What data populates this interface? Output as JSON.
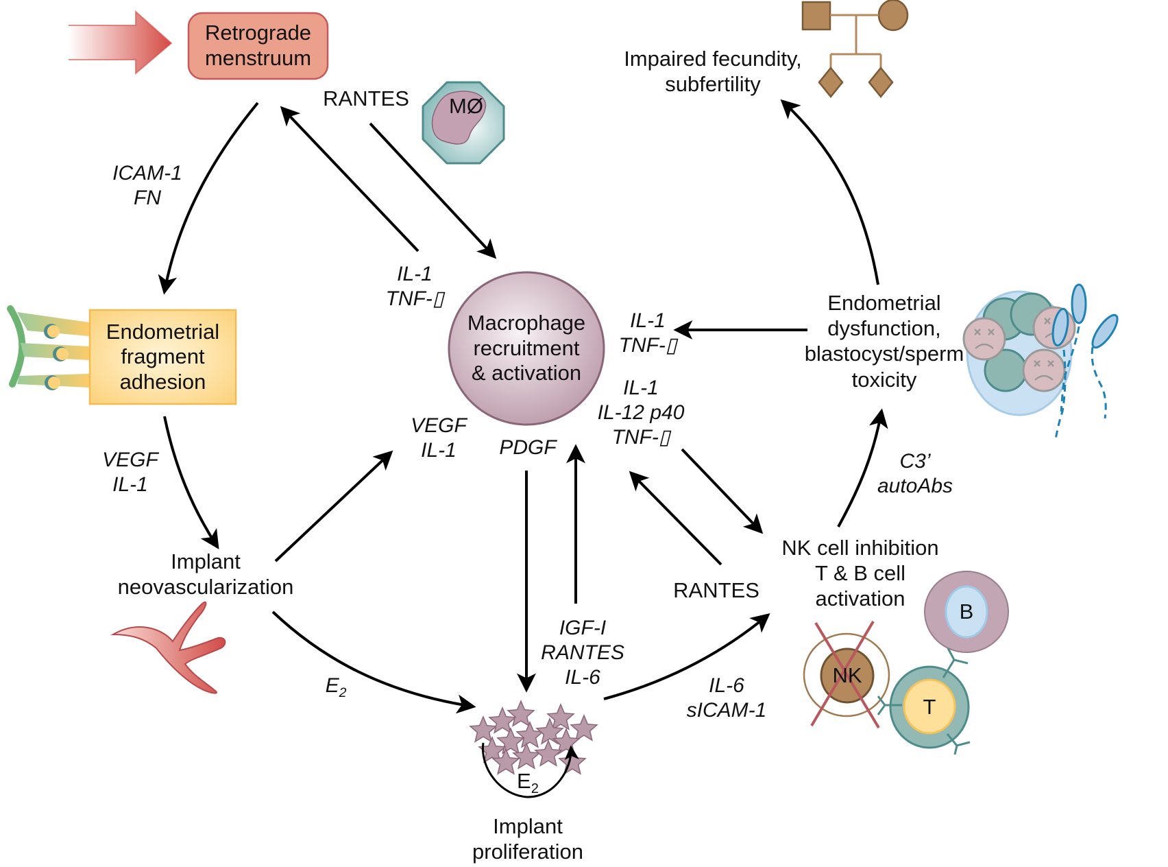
{
  "diagram": {
    "nodes": {
      "retrograde": "Retrograde\nmenstruum",
      "adhesion": "Endometrial\nfragment\nadhesion",
      "neovascularization": "Implant\nneovascularization",
      "proliferation": "Implant\nproliferation",
      "macrophage": "Macrophage\nrecruitment\n& activation",
      "nk_inhibition": "NK cell inhibition\nT & B cell\nactivation",
      "dysfunction": "Endometrial\ndysfunction,\nblastocyst/sperm\ntoxicity",
      "fecundity": "Impaired fecundity,\nsubfertility"
    },
    "labels": {
      "rantes_top": "RANTES",
      "icam_fn": "ICAM-1\nFN",
      "il1_tnf_left": "IL-1\nTNF-▯",
      "vegf_il1_left": "VEGF\nIL-1",
      "vegf_il1_center": "VEGF\nIL-1",
      "pdgf": "PDGF",
      "il1_tnf_right": "IL-1\nTNF-▯",
      "il1_il12_tnf": "IL-1\nIL-12 p40\nTNF-▯",
      "igf_rantes_il6": "IGF-I\nRANTES\nIL-6",
      "rantes_right": "RANTES",
      "il6_sicam": "IL-6\nsICAM-1",
      "c3_autoabs": "C3’\nautoAbs",
      "e2_arrow": "E",
      "e2_arrow_sub": "2",
      "e2_loop": "E",
      "e2_loop_sub": "2"
    },
    "cells": {
      "macrophage_icon": "MØ",
      "b_cell": "B",
      "t_cell": "T",
      "nk_cell": "NK"
    },
    "colors": {
      "retrograde_fill": "#EBA08C",
      "retrograde_border": "#C8585A",
      "adhesion_fill": "#FCD88A",
      "adhesion_border": "#F4BB55",
      "macrophage_fill": "#C9AEB9",
      "macrophage_border": "#8A6678",
      "pedigree": "#B48A5C",
      "teal": "#4E8C8C",
      "light_blue": "#BFDDF2",
      "sperm_blue": "#1F82B5",
      "vessel_red": "#D45A56",
      "star_fill": "#B99AA8",
      "cross_red": "#B8585E"
    }
  }
}
